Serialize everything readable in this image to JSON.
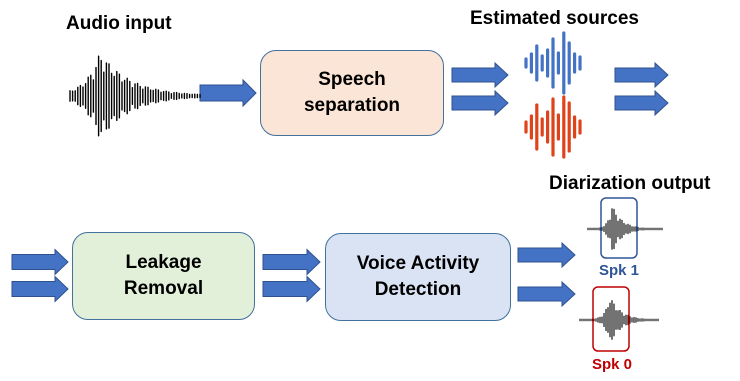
{
  "labels": {
    "audio_input": "Audio input",
    "estimated_sources": "Estimated sources",
    "diarization_output": "Diarization output"
  },
  "boxes": {
    "speech_separation": {
      "line1": "Speech",
      "line2": "separation",
      "fill": "#fbe5d6"
    },
    "leakage_removal": {
      "line1": "Leakage",
      "line2": "Removal",
      "fill": "#e2f0d9"
    },
    "voice_activity_detection": {
      "line1": "Voice Activity",
      "line2": "Detection",
      "fill": "#dae3f3"
    }
  },
  "speakers": [
    {
      "label": "Spk 1",
      "color": "#2f5597"
    },
    {
      "label": "Spk 0",
      "color": "#c00000"
    }
  ],
  "colors": {
    "arrow": "#4472c4",
    "arrow_edge": "#2f528f",
    "wave_black": "#000000",
    "wave_blue": "#4472c4",
    "wave_red": "#e0431a"
  }
}
